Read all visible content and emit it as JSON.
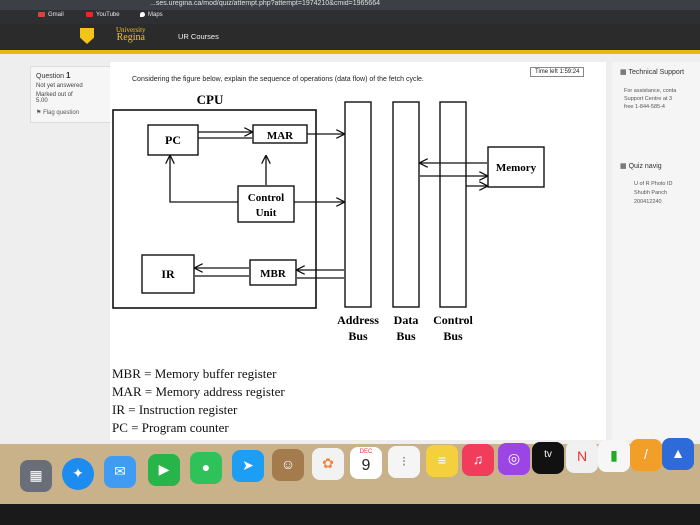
{
  "browser": {
    "url": "...ses.uregina.ca/mod/quiz/attempt.php?attempt=1974210&cmid=1965664",
    "bookmarks": [
      "Gmail",
      "YouTube",
      "Maps"
    ]
  },
  "site": {
    "logo_line1": "University",
    "logo_line2": "Regina",
    "courses_label": "UR Courses"
  },
  "question_info": {
    "question_label": "Question",
    "question_number": "1",
    "status": "Not yet answered",
    "marked_out_of": "Marked out of",
    "marks": "5.00",
    "flag_label": "Flag question"
  },
  "question": {
    "prompt": "Considering the figure below, explain the sequence of operations (data flow) of the fetch cycle.",
    "timer": "Time left 1:59:24"
  },
  "figure": {
    "cpu_title": "CPU",
    "pc": "PC",
    "mar": "MAR",
    "control_line1": "Control",
    "control_line2": "Unit",
    "ir": "IR",
    "mbr": "MBR",
    "memory": "Memory",
    "address_bus_line1": "Address",
    "address_bus_line2": "Bus",
    "data_bus_line1": "Data",
    "data_bus_line2": "Bus",
    "control_bus_line1": "Control",
    "control_bus_line2": "Bus"
  },
  "legend": [
    "MBR = Memory buffer register",
    "MAR = Memory address register",
    "IR = Instruction register",
    "PC = Program counter"
  ],
  "sidebar": {
    "tech_support": "Technical Support",
    "support_lines": [
      "For assistance, conta",
      "Support Centre at 3",
      "free 1-844-585-4"
    ],
    "quiz_nav": "Quiz navig",
    "nav_lines": [
      "U of R Photo ID",
      "Shubh Panch",
      "200412240"
    ]
  },
  "dock": {
    "calendar_month": "DEC",
    "calendar_day": "9"
  },
  "colors": {
    "header": "#2b2b2b",
    "accent": "#e8b80f",
    "dock": "#c9b28a"
  }
}
